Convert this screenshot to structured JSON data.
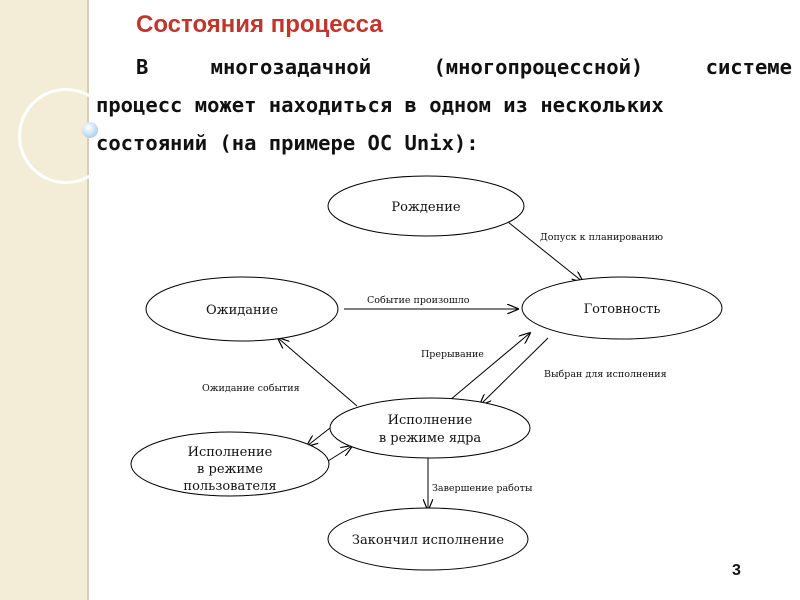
{
  "slide": {
    "title": "Состояния процесса",
    "intro_lines": [
      "В многозадачной (многопроцессной) системе",
      "процесс может находиться в одном из нескольких",
      "состояний (на примере ОС Unix):"
    ],
    "page_number": "3"
  },
  "diagram": {
    "nodes": {
      "birth": [
        "Рождение"
      ],
      "ready": [
        "Готовность"
      ],
      "waiting": [
        "Ожидание"
      ],
      "kernel": [
        "Исполнение",
        "в режиме ядра"
      ],
      "user": [
        "Исполнение",
        "в режиме",
        "пользователя"
      ],
      "finished": [
        "Закончил исполнение"
      ]
    },
    "edges": {
      "admit": "Допуск к планированию",
      "event_occurred": "Событие произошло",
      "preempt": "Прерывание",
      "dispatched": "Выбран для исполнения",
      "wait_event": "Ожидание события",
      "exit": "Завершение работы"
    }
  },
  "colors": {
    "title": "#c0352c",
    "text": "#111111",
    "sidebar": "#f3edd8",
    "line": "#000000"
  }
}
